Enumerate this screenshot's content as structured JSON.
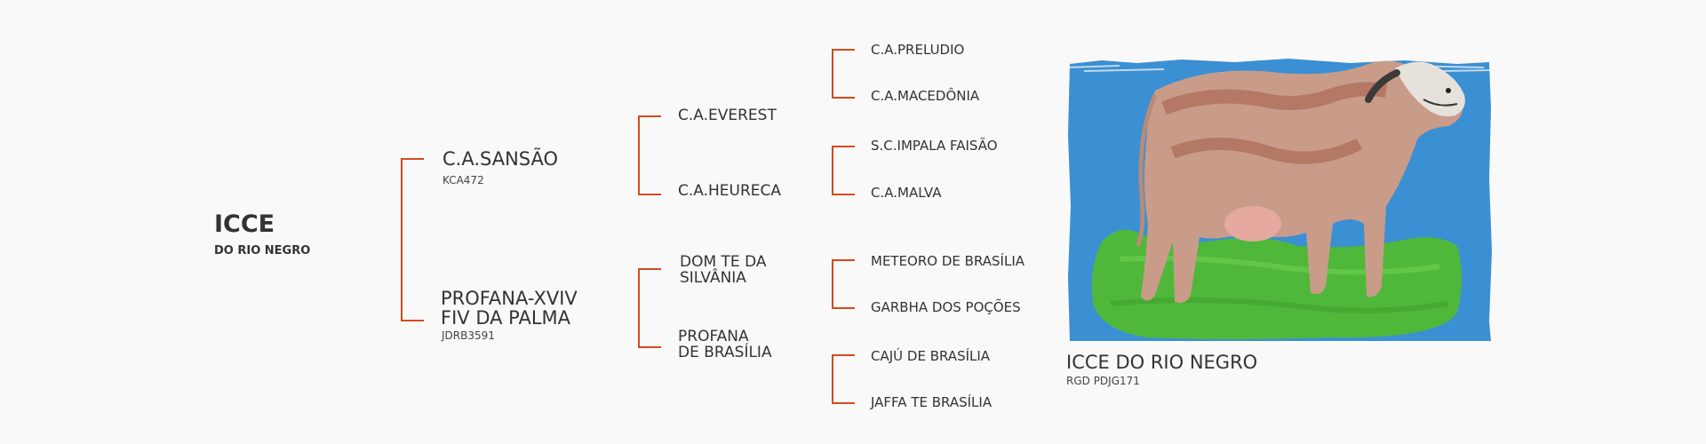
{
  "subject": {
    "name": "ICCE",
    "suffix": "DO RIO NEGRO"
  },
  "parents": {
    "sire": {
      "name": "C.A.SANSÃO",
      "reg": "KCA472"
    },
    "dam": {
      "name_line1": "PROFANA-XVIV",
      "name_line2": "FIV DA PALMA",
      "reg": "JDRB3591"
    }
  },
  "grandparents": {
    "sire_sire": "C.A.EVEREST",
    "sire_dam": "C.A.HEURECA",
    "dam_sire_line1": "DOM TE DA",
    "dam_sire_line2": "SILVÂNIA",
    "dam_dam_line1": "PROFANA",
    "dam_dam_line2": "DE BRASÍLIA"
  },
  "great_grandparents": [
    "C.A.PRELUDIO",
    "C.A.MACEDÔNIA",
    "S.C.IMPALA FAISÃO",
    "C.A.MALVA",
    "METEORO DE BRASÍLIA",
    "GARBHA DOS POÇÕES",
    "CAJÚ DE BRASÍLIA",
    "JAFFA TE BRASÍLIA"
  ],
  "photo": {
    "caption": "ICCE DO RIO NEGRO",
    "reg": "RGD PDJG171"
  },
  "colors": {
    "bracket": "#d44a1c",
    "sky": "#3b8fd3",
    "grass": "#4fb83a"
  }
}
